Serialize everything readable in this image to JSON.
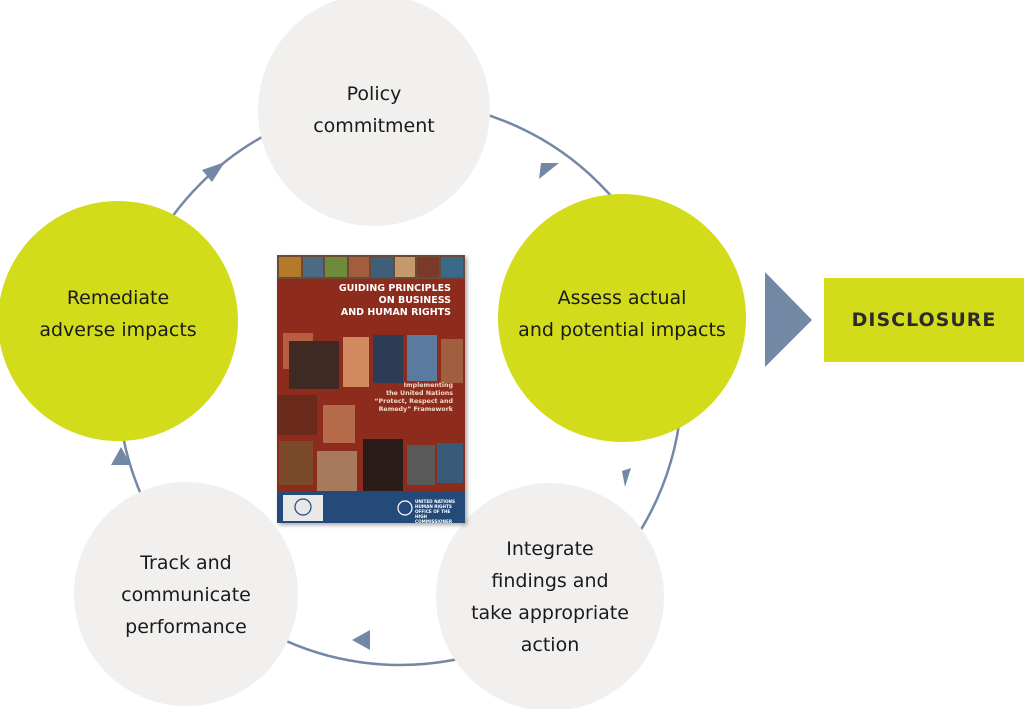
{
  "nodes": [
    {
      "id": "policy",
      "label": "Policy\ncommitment",
      "highlight": false
    },
    {
      "id": "assess",
      "label": "Assess actual\nand potential impacts",
      "highlight": true
    },
    {
      "id": "integrate",
      "label": "Integrate\nfindings and\ntake appropriate\naction",
      "highlight": false
    },
    {
      "id": "track",
      "label": "Track and\ncommunicate\nperformance",
      "highlight": false
    },
    {
      "id": "remediate",
      "label": "Remediate\nadverse impacts",
      "highlight": true
    }
  ],
  "output": {
    "label": "DISCLOSURE"
  },
  "cover": {
    "title": "GUIDING PRINCIPLES\nON BUSINESS\nAND HUMAN RIGHTS",
    "subtitle": "Implementing\nthe United Nations\n“Protect, Respect and\nRemedy” Framework",
    "org": "UNITED NATIONS\nHUMAN RIGHTS\nOFFICE OF THE HIGH COMMISSIONER"
  },
  "colors": {
    "highlight": "#d3dc1b",
    "neutral": "#f1f0ee",
    "ring": "#7388a4",
    "cover": "#8d2c1c"
  }
}
